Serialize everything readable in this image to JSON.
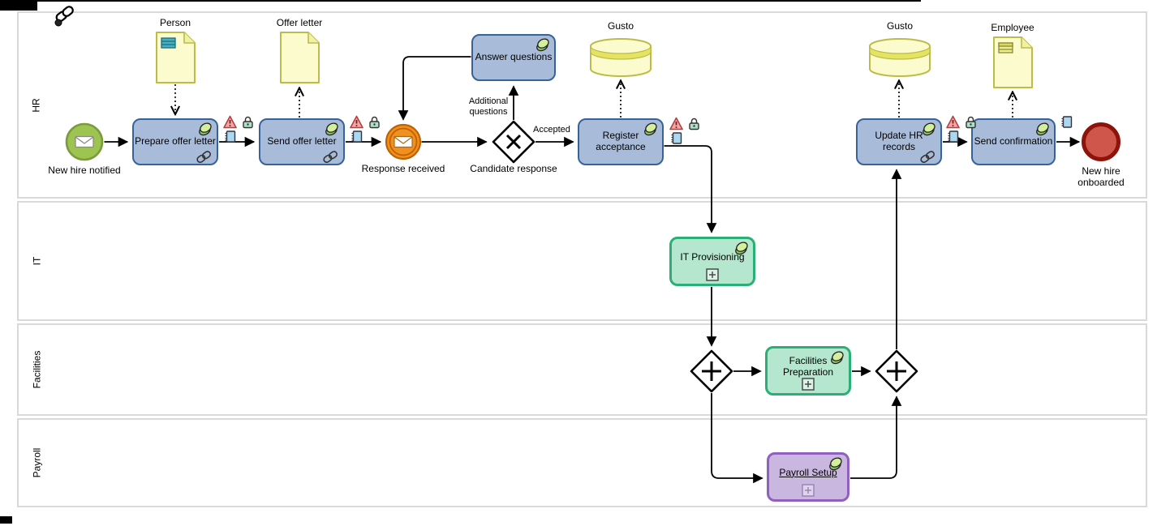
{
  "lanes": [
    {
      "label": "HR"
    },
    {
      "label": "IT"
    },
    {
      "label": "Facilities"
    },
    {
      "label": "Payroll"
    }
  ],
  "nodes": {
    "start": {
      "label": "New hire notified",
      "type": "message-start-event"
    },
    "prepare": {
      "label": "Prepare offer letter",
      "type": "task"
    },
    "send_offer": {
      "label": "Send offer letter",
      "type": "task"
    },
    "response": {
      "label": "Response received",
      "type": "message-intermediate-event"
    },
    "candidate": {
      "label": "Candidate response",
      "type": "exclusive-gateway"
    },
    "answer": {
      "label": "Answer questions",
      "type": "task"
    },
    "register": {
      "label": "Register acceptance",
      "type": "task"
    },
    "it_provisioning": {
      "label": "IT Provisioning",
      "type": "collapsed-subprocess"
    },
    "facilities_prep": {
      "label": "Facilities Preparation",
      "type": "collapsed-subprocess"
    },
    "payroll_setup": {
      "label": "Payroll Setup",
      "type": "collapsed-subprocess-link"
    },
    "update_hr": {
      "label": "Update HR records",
      "type": "task"
    },
    "send_confirmation": {
      "label": "Send confirmation",
      "type": "task"
    },
    "end": {
      "label": "New hire onboarded",
      "type": "end-event"
    }
  },
  "data_objects": {
    "person": {
      "label": "Person"
    },
    "offer_letter": {
      "label": "Offer letter"
    },
    "employee": {
      "label": "Employee"
    }
  },
  "data_stores": {
    "gusto_register": {
      "label": "Gusto"
    },
    "gusto_update": {
      "label": "Gusto"
    }
  },
  "edge_labels": {
    "accepted": "Accepted",
    "additional_questions": "Additional questions"
  },
  "icons": {
    "badges": [
      "documentation-leaf-icon",
      "link-chain-icon",
      "warning-triangle-icon",
      "lock-icon",
      "notebook-icon",
      "collapsed-subprocess-expand-icon"
    ],
    "events": [
      "message-envelope-icon"
    ],
    "artifacts": [
      "cursor-link-icon"
    ]
  },
  "colors": {
    "task_fill": "#a8bcd9",
    "task_border": "#35639a",
    "event_start_fill": "#9dc351",
    "event_start_border": "#7b9b3d",
    "event_intermediate_fill": "#f0901e",
    "event_intermediate_border": "#bf6100",
    "event_end_fill": "#ce564a",
    "event_end_border": "#8e130a",
    "subprocess_green_fill": "#b4e7cd",
    "subprocess_green_border": "#2aaf76",
    "subprocess_purple_fill": "#cab7df",
    "subprocess_purple_border": "#9160bf",
    "data_fill": "#fbfbcd",
    "data_border": "#bcbc4a",
    "lane_border": "#d9d9d9",
    "flow": "#000000"
  }
}
